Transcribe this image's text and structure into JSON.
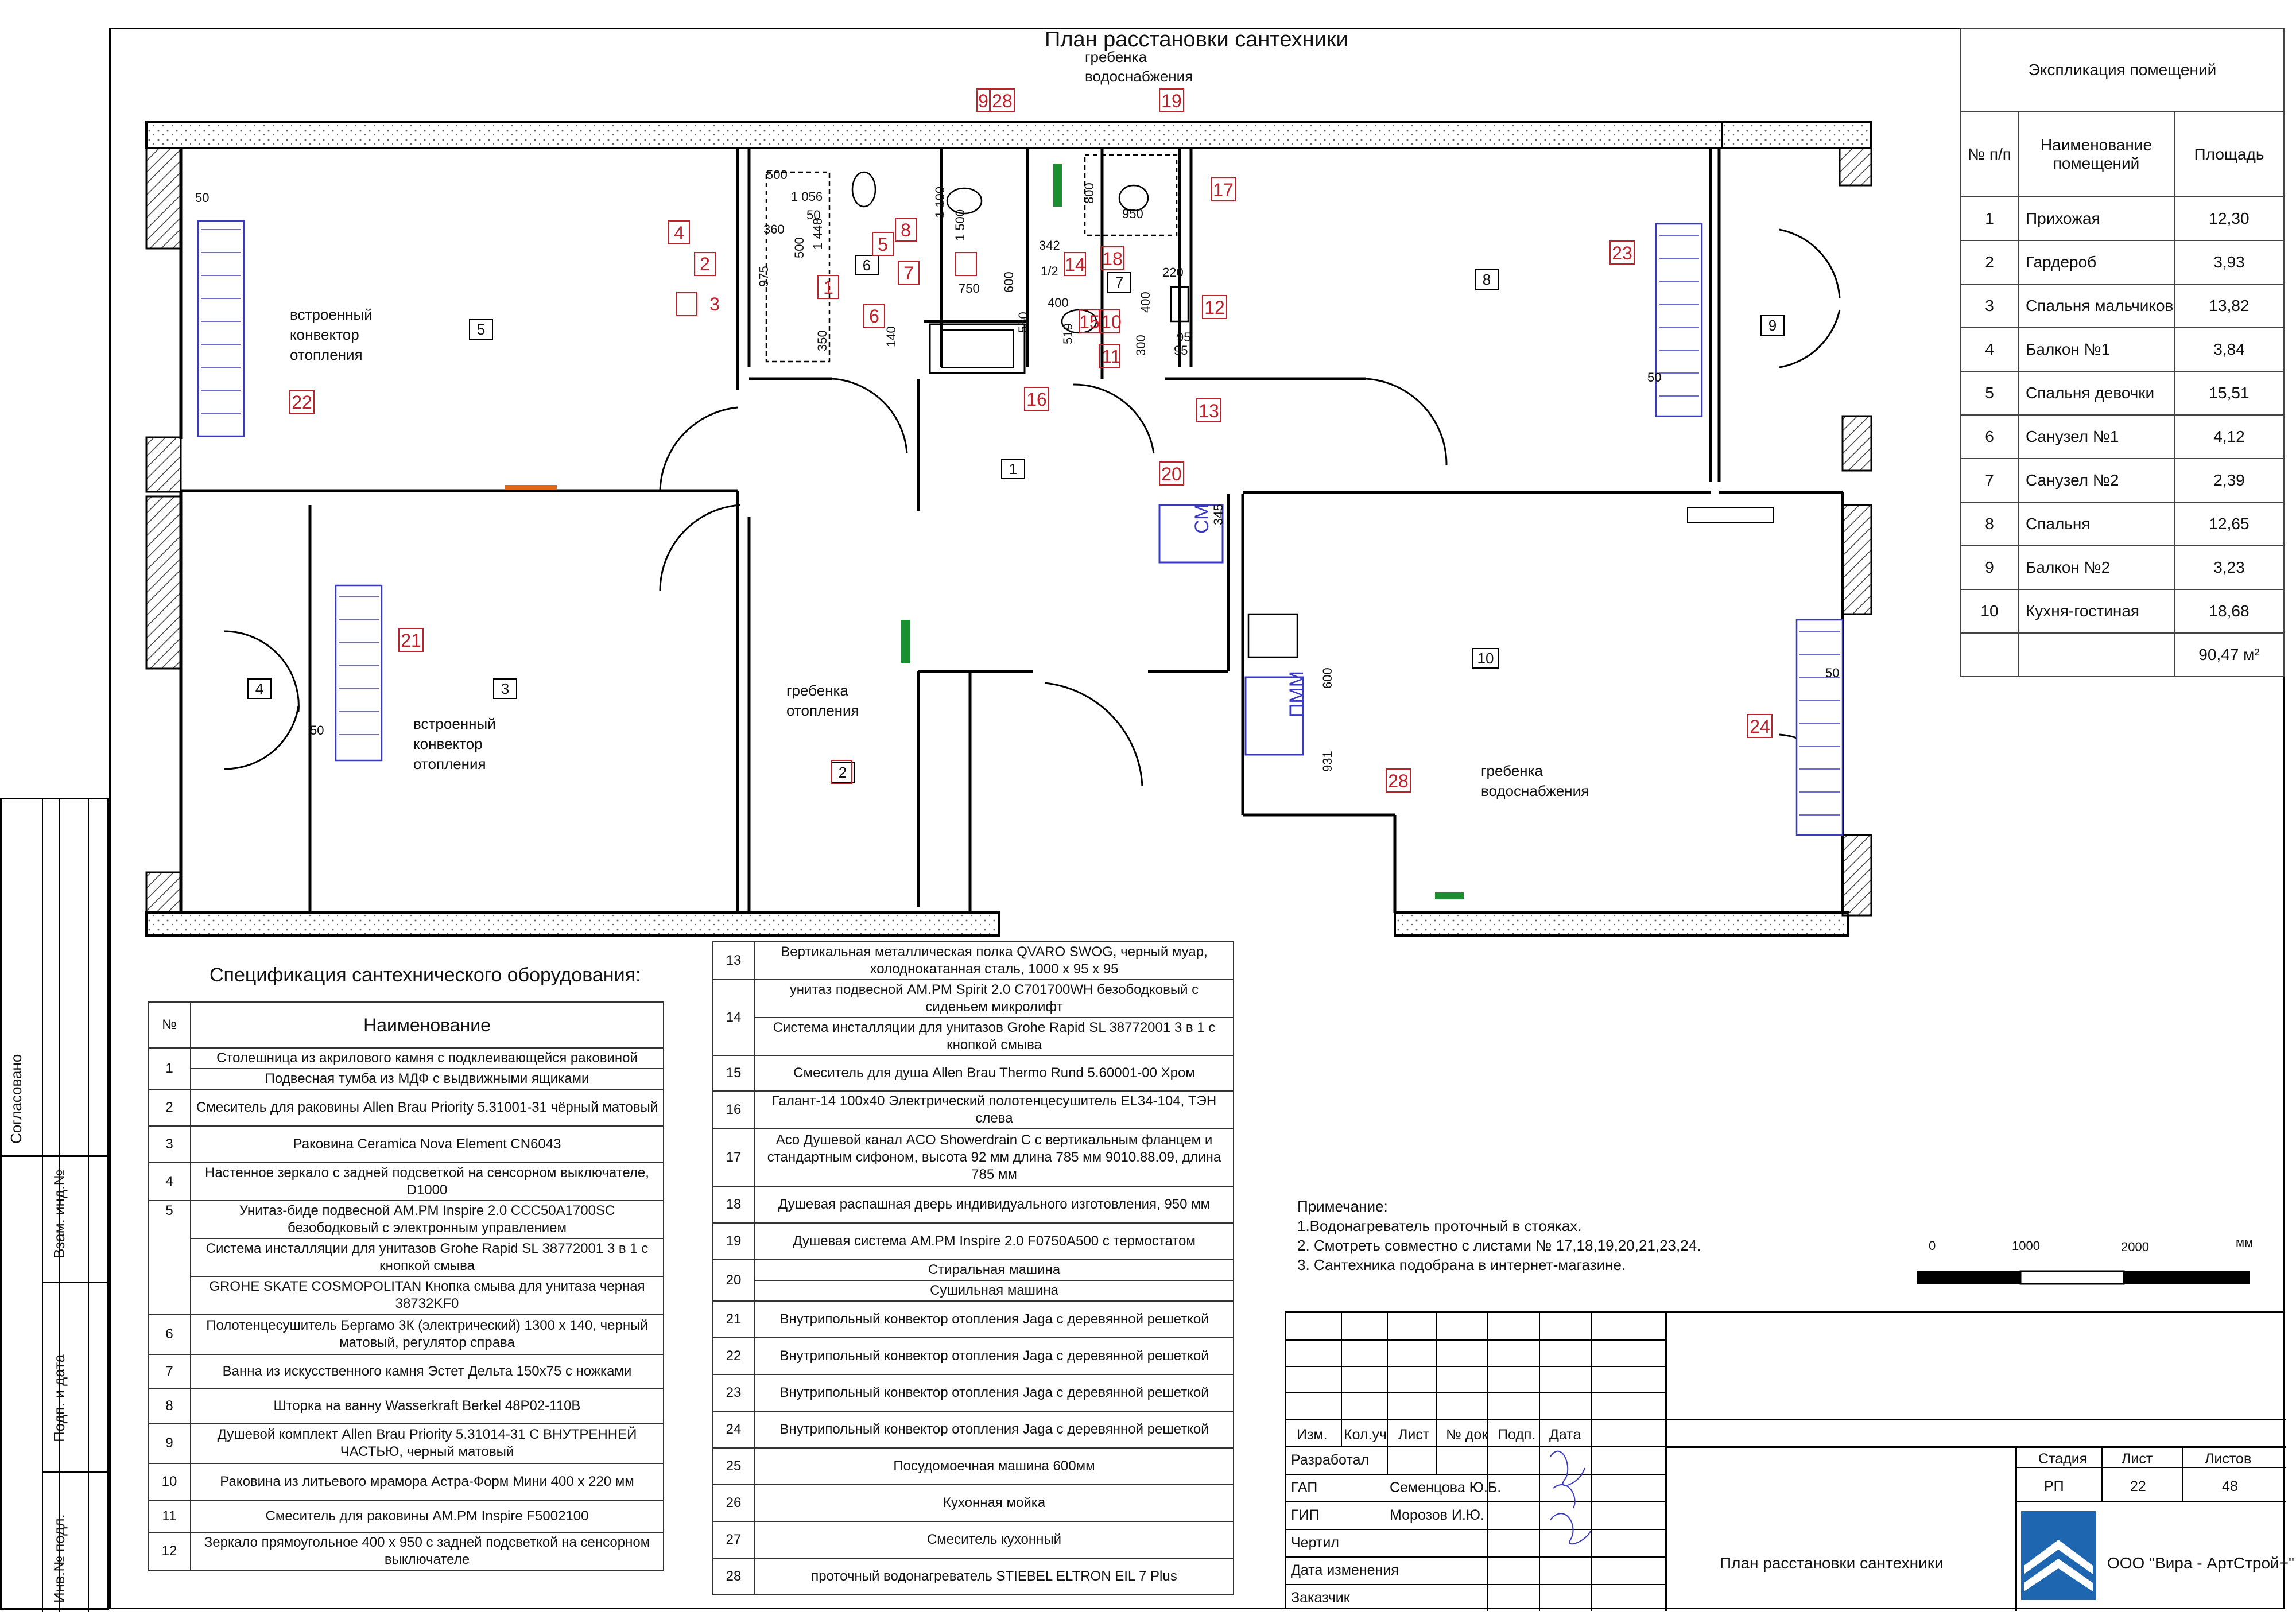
{
  "title": "План расстановки сантехники",
  "explication": {
    "title": "Экспликация помещений",
    "headers": [
      "№ п/п",
      "Наименование помещений",
      "Площадь"
    ],
    "rows": [
      [
        "1",
        "Прихожая",
        "12,30"
      ],
      [
        "2",
        "Гардероб",
        "3,93"
      ],
      [
        "3",
        "Спальня мальчиков",
        "13,82"
      ],
      [
        "4",
        "Балкон №1",
        "3,84"
      ],
      [
        "5",
        "Спальня девочки",
        "15,51"
      ],
      [
        "6",
        "Санузел №1",
        "4,12"
      ],
      [
        "7",
        "Санузел №2",
        "2,39"
      ],
      [
        "8",
        "Спальня",
        "12,65"
      ],
      [
        "9",
        "Балкон №2",
        "3,23"
      ],
      [
        "10",
        "Кухня-гостиная",
        "18,68"
      ]
    ],
    "total": "90,47 м²"
  },
  "spec_title": "Спецификация сантехнического оборудования:",
  "spec_headers": [
    "№",
    "Наименование"
  ],
  "spec_left": [
    {
      "n": "1",
      "items": [
        "Столешница из акрилового камня с подклеивающейся раковиной",
        "Подвесная тумба из МДФ с выдвижными ящиками"
      ]
    },
    {
      "n": "2",
      "items": [
        "Смеситель для раковины Allen Brau Priority 5.31001-31 чёрный матовый"
      ]
    },
    {
      "n": "3",
      "items": [
        "Раковина Ceramica Nova Element CN6043"
      ]
    },
    {
      "n": "4",
      "items": [
        "Настенное зеркало с задней подсветкой на сенсорном выключателе, D1000"
      ]
    },
    {
      "n": "5",
      "items": [
        "Унитаз-биде подвесной AM.PM Inspire 2.0 CCC50A1700SC безободковый с электронным управлением",
        "Система инсталляции для унитазов Grohe Rapid SL 38772001 3 в 1 с кнопкой смыва",
        "GROHE SKATE COSMOPOLITAN Кнопка смыва для унитаза черная 38732KF0"
      ]
    },
    {
      "n": "6",
      "items": [
        "Полотенцесушитель Бергамо 3К (электрический) 1300 х 140, черный матовый, регулятор справа"
      ]
    },
    {
      "n": "7",
      "items": [
        "Ванна из искусственного камня Эстет Дельта 150х75 с ножками"
      ]
    },
    {
      "n": "8",
      "items": [
        "Шторка на ванну Wasserkraft Berkel 48P02-110B"
      ]
    },
    {
      "n": "9",
      "items": [
        "Душевой комплект Allen Brau Priority 5.31014-31 С ВНУТРЕННЕЙ ЧАСТЬЮ, черный матовый"
      ]
    },
    {
      "n": "10",
      "items": [
        "Раковина из литьевого мрамора Астра-Форм Мини 400 х 220 мм"
      ]
    },
    {
      "n": "11",
      "items": [
        "Смеситель для раковины AM.PM Inspire F5002100"
      ]
    },
    {
      "n": "12",
      "items": [
        "Зеркало прямоугольное 400 х 950 с задней подсветкой на сенсорном выключателе"
      ]
    }
  ],
  "spec_right": [
    {
      "n": "13",
      "items": [
        "Вертикальная металлическая полка QVARO SWOG, черный муар, холоднокатанная сталь, 1000 х 95 х 95"
      ]
    },
    {
      "n": "14",
      "items": [
        "унитаз подвесной AM.PM Spirit 2.0 C701700WH безободковый с сиденьем микролифт",
        "Система инсталляции для унитазов Grohe Rapid SL 38772001 3 в 1 с кнопкой смыва"
      ]
    },
    {
      "n": "15",
      "items": [
        "Смеситель для душа Allen Brau Thermo Rund 5.60001-00 Хром"
      ]
    },
    {
      "n": "16",
      "items": [
        "Галант-14 100х40 Электрический полотенцесушитель EL34-104, ТЭН слева"
      ]
    },
    {
      "n": "17",
      "items": [
        "Aco Душевой канал ACO Showerdrain C с вертикальным фланцем и стандартным сифоном, высота 92 мм длина 785 мм 9010.88.09, длина 785 мм"
      ]
    },
    {
      "n": "18",
      "items": [
        "Душевая распашная дверь индивидуального изготовления, 950 мм"
      ]
    },
    {
      "n": "19",
      "items": [
        "Душевая система AM.PM Inspire 2.0 F0750A500 с термостатом"
      ]
    },
    {
      "n": "20",
      "items": [
        "Стиральная машина",
        "Сушильная машина"
      ]
    },
    {
      "n": "21",
      "items": [
        "Внутрипольный конвектор отопления Jaga с деревянной решеткой"
      ]
    },
    {
      "n": "22",
      "items": [
        "Внутрипольный конвектор отопления Jaga с деревянной решеткой"
      ]
    },
    {
      "n": "23",
      "items": [
        "Внутрипольный конвектор отопления Jaga с деревянной решеткой"
      ]
    },
    {
      "n": "24",
      "items": [
        "Внутрипольный конвектор отопления Jaga с деревянной решеткой"
      ]
    },
    {
      "n": "25",
      "items": [
        "Посудомоечная машина 600мм"
      ]
    },
    {
      "n": "26",
      "items": [
        "Кухонная мойка"
      ]
    },
    {
      "n": "27",
      "items": [
        "Смеситель кухонный"
      ]
    },
    {
      "n": "28",
      "items": [
        "проточный водонагреватель STIEBEL ELTRON EIL 7 Plus"
      ]
    }
  ],
  "notes": {
    "title": "Примечание:",
    "lines": [
      "1.Водонагреватель проточный в стояках.",
      "2. Смотреть совместно с листами № 17,18,19,20,21,23,24.",
      "3. Сантехника подобрана в интернет-магазине."
    ]
  },
  "scale": {
    "labels": [
      "0",
      "1000",
      "2000"
    ],
    "unit": "мм"
  },
  "plan_labels": {
    "rooms": [
      "1",
      "2",
      "3",
      "4",
      "5",
      "6",
      "7",
      "8",
      "9",
      "10"
    ],
    "convector": [
      "встроенный",
      "конвектор",
      "отопления"
    ],
    "manifold_water": [
      "гребенка",
      "водоснабжения"
    ],
    "manifold_heat": [
      "гребенка",
      "отопления"
    ],
    "washer": "СМ",
    "dishwasher": "ПММ",
    "half": "1/2",
    "dims": [
      "50",
      "500",
      "1 056",
      "50",
      "360",
      "500",
      "975",
      "1 448",
      "350",
      "140",
      "1 100",
      "1 500",
      "750",
      "600",
      "950",
      "800",
      "342",
      "1/2",
      "400",
      "519",
      "550",
      "300",
      "400",
      "95",
      "220",
      "95",
      "345",
      "600",
      "931",
      "50",
      "50",
      "50",
      "50"
    ],
    "markers": [
      "1",
      "2",
      "3",
      "4",
      "5",
      "6",
      "7",
      "8",
      "9",
      "10",
      "11",
      "12",
      "13",
      "14",
      "15",
      "16",
      "17",
      "18",
      "19",
      "20",
      "21",
      "22",
      "23",
      "24",
      "28",
      "28"
    ]
  },
  "stamp": {
    "header": [
      "Изм.",
      "Кол.уч",
      "Лист",
      "№ док",
      "Подп.",
      "Дата"
    ],
    "roles": [
      "Разработал",
      "ГАП",
      "ГИП",
      "Чертил",
      "Дата изменения",
      "Заказчик"
    ],
    "names": [
      "",
      "Семенцова Ю.Б.",
      "Морозов И.Ю.",
      "",
      "",
      ""
    ],
    "sheet_title": "План расстановки сантехники",
    "stage_label": "Стадия",
    "sheet_label": "Лист",
    "sheets_label": "Листов",
    "stage": "РП",
    "sheet": "22",
    "sheets": "48",
    "company": "ООО \"Вира - АртСтрой+\""
  },
  "side_stamp": [
    "Согласовано",
    "Взам. инд.№",
    "Подп. и дата",
    "Инв.№ подл."
  ]
}
